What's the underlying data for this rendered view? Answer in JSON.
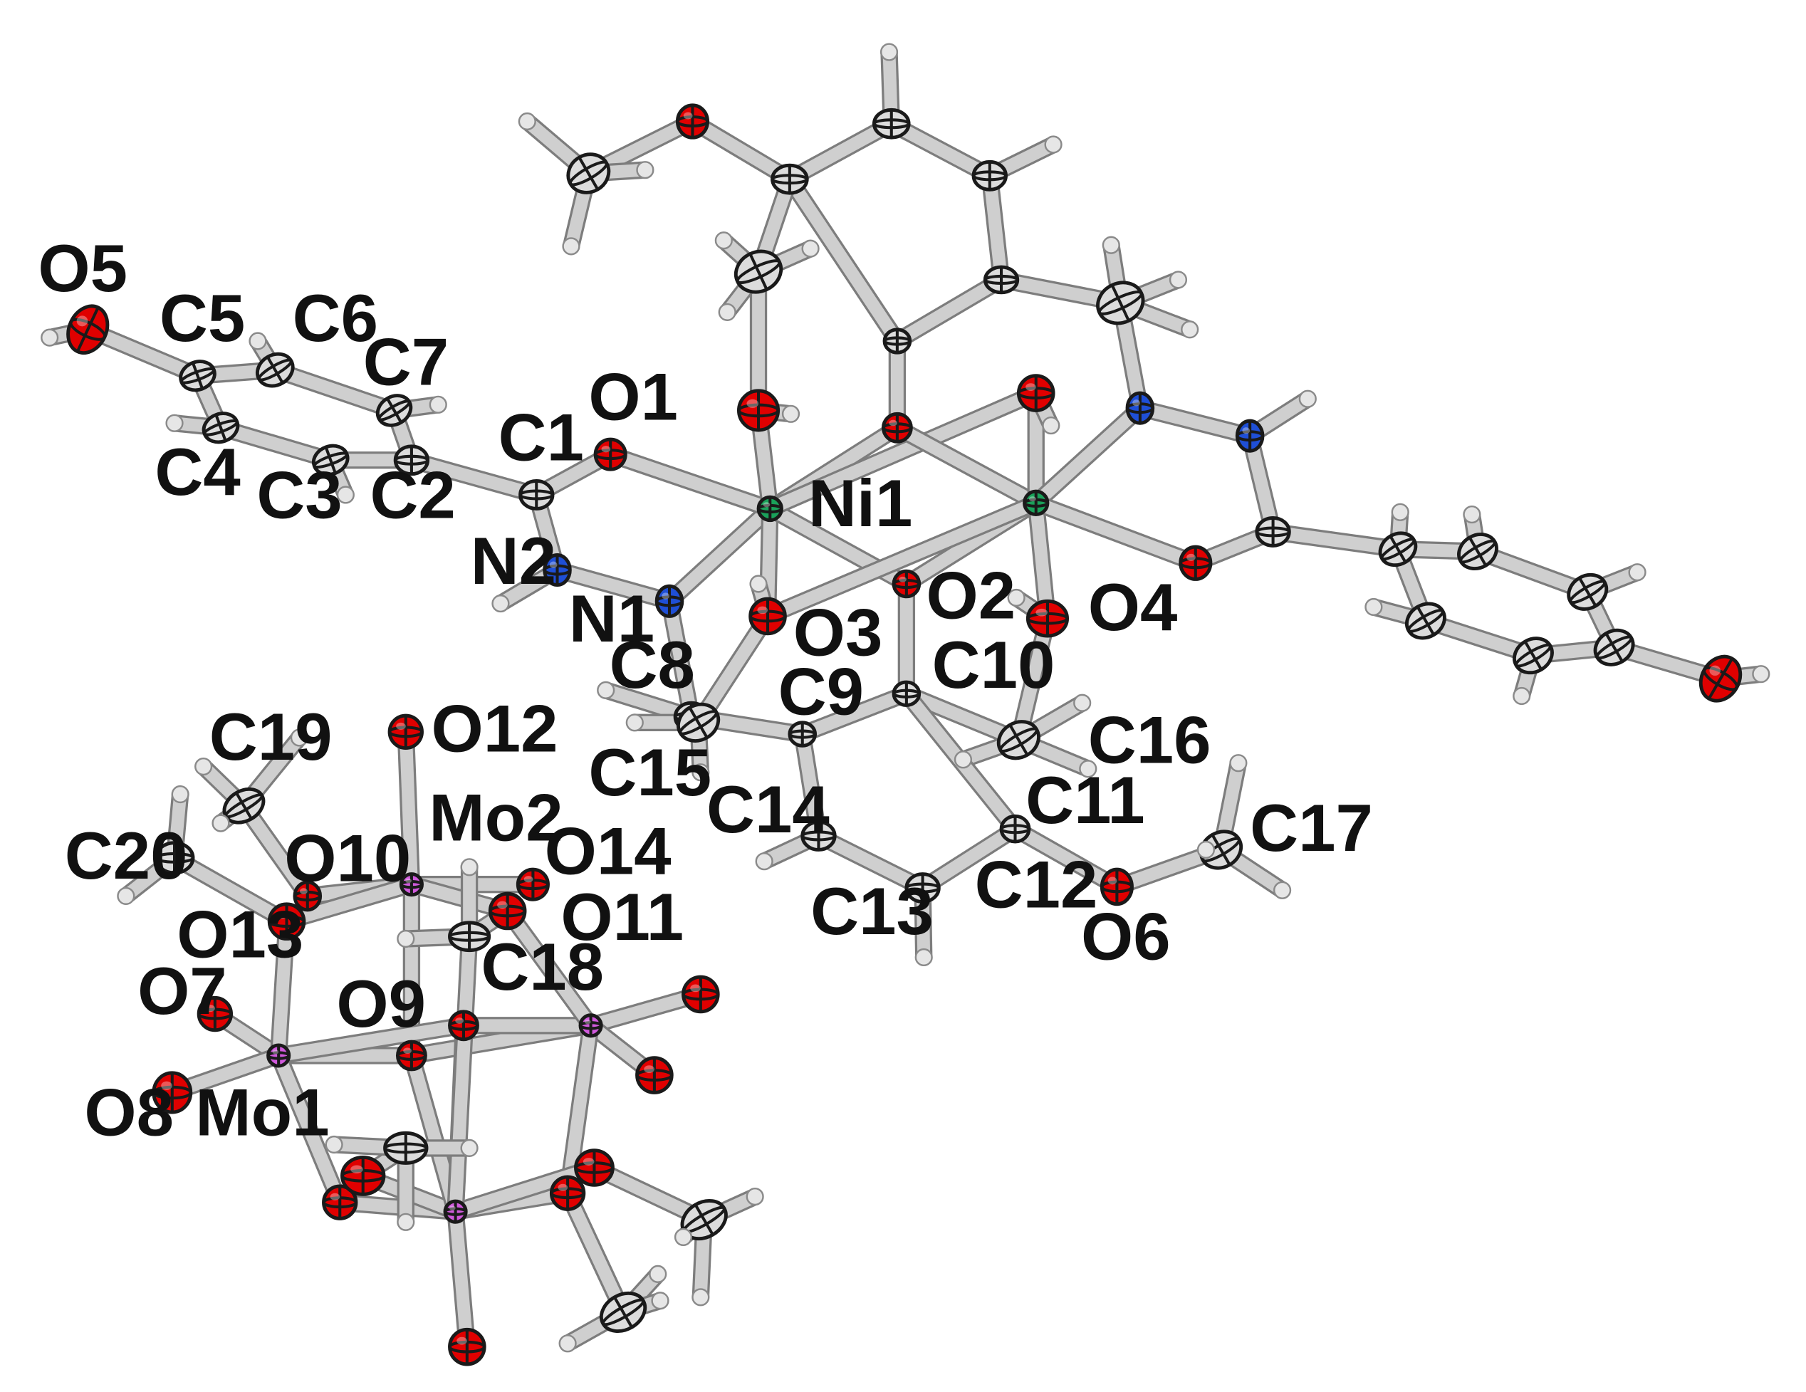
{
  "colors": {
    "O": "#e00000",
    "N": "#1f4fd6",
    "C": "#dcdcdc",
    "H": "#e6e6e6",
    "Ni": "#1aa15a",
    "Mo": "#d05adc",
    "bond": "#cfcfcf",
    "label": "#111111"
  },
  "atom_labels": {
    "O5": "O5",
    "C5": "C5",
    "C6": "C6",
    "C7": "C7",
    "C4": "C4",
    "C3": "C3",
    "C2": "C2",
    "C1": "C1",
    "O1": "O1",
    "N2": "N2",
    "N1": "N1",
    "Ni1": "Ni1",
    "O2": "O2",
    "O3": "O3",
    "O4": "O4",
    "C8": "C8",
    "C9": "C9",
    "C10": "C10",
    "C15": "C15",
    "C16": "C16",
    "C14": "C14",
    "C11": "C11",
    "C17": "C17",
    "C13": "C13",
    "C12": "C12",
    "O6": "O6",
    "O12": "O12",
    "C19": "C19",
    "Mo2": "Mo2",
    "O14": "O14",
    "C20": "C20",
    "O10": "O10",
    "O13": "O13",
    "O11": "O11",
    "C18": "C18",
    "O7": "O7",
    "O9": "O9",
    "O8": "O8",
    "Mo1": "Mo1"
  }
}
